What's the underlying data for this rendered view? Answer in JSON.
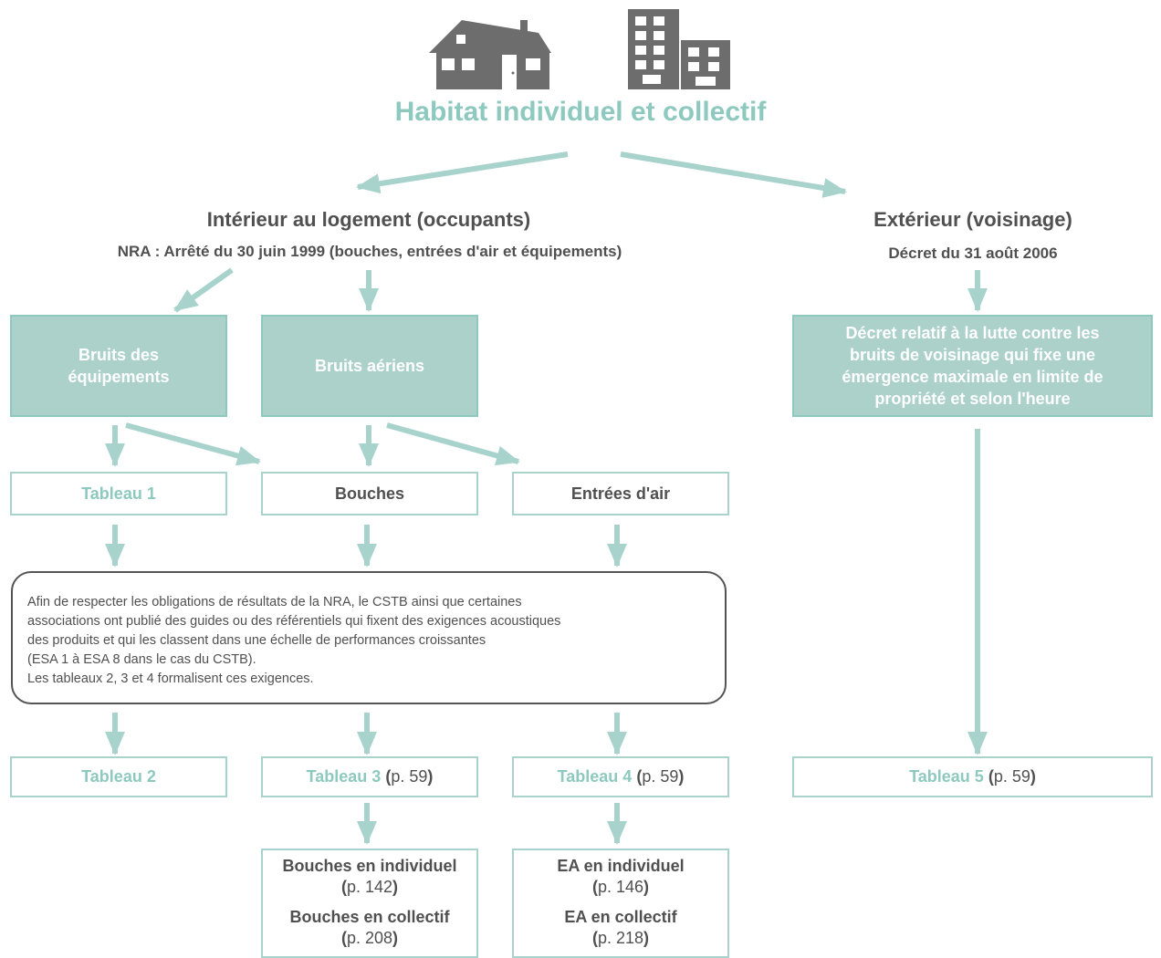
{
  "title": "Habitat individuel et collectif",
  "branches": {
    "interior": {
      "heading": "Intérieur au logement (occupants)",
      "regulation": "NRA : Arrêté du 30 juin 1999 (bouches, entrées d'air et équipements)",
      "categories": {
        "equipment": "Bruits des équipements",
        "airborne": "Bruits aériens"
      },
      "components": {
        "tableau1": "Tableau 1",
        "bouches": "Bouches",
        "entrees_air": "Entrées d'air"
      },
      "info_lines": [
        "Afin de respecter les obligations de résultats de la NRA, le CSTB ainsi que certaines",
        "associations ont publié des guides ou des référentiels qui fixent des exigences acoustiques",
        "des produits et qui les classent dans une échelle de performances croissantes",
        "(ESA 1 à ESA 8 dans le cas du CSTB).",
        "Les tableaux 2, 3 et 4 formalisent ces exigences."
      ],
      "tables": {
        "tableau2": {
          "label": "Tableau 2"
        },
        "tableau3": {
          "label": "Tableau 3",
          "open": "(",
          "page": "p. 59",
          "close": ")"
        },
        "tableau4": {
          "label": "Tableau 4",
          "open": "(",
          "page": "p. 59",
          "close": ")"
        }
      },
      "bouches_refs": {
        "individuel": {
          "label": "Bouches en individuel",
          "open": "(",
          "page": "p. 142",
          "close": ")"
        },
        "collectif": {
          "label": "Bouches en collectif",
          "open": "(",
          "page": "p. 208",
          "close": ")"
        }
      },
      "ea_refs": {
        "individuel": {
          "label": "EA en individuel",
          "open": "(",
          "page": "p. 146",
          "close": ")"
        },
        "collectif": {
          "label": "EA en collectif",
          "open": "(",
          "page": "p. 218",
          "close": ")"
        }
      }
    },
    "exterior": {
      "heading": "Extérieur (voisinage)",
      "regulation": "Décret du 31 août 2006",
      "decree_lines": [
        "Décret relatif à la lutte contre les",
        "bruits de voisinage qui fixe une",
        "émergence maximale en limite de",
        "propriété et selon l'heure"
      ],
      "tableau5": {
        "label": "Tableau 5",
        "open": "(",
        "page": "p. 59",
        "close": ")"
      }
    }
  },
  "icons": [
    "house-icon",
    "apartment-building-icon"
  ],
  "colors": {
    "teal": "#8ec9bf",
    "teal_fill": "#acd1cb",
    "dark": "#505050",
    "icon_gray": "#6d6d6d"
  }
}
